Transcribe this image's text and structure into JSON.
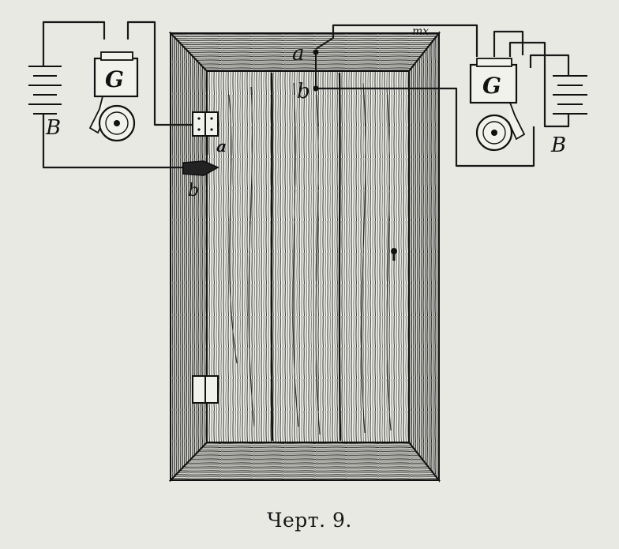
{
  "caption": "Черт. 9.",
  "labels": {
    "left_bell": "G",
    "right_bell": "G",
    "left_battery": "B",
    "right_battery": "B",
    "contact_a_left": "a",
    "contact_b_left": "b",
    "contact_a_top": "a",
    "contact_b_top": "b",
    "mark_top": "mx"
  },
  "colors": {
    "ink": "#161616",
    "paper": "#e9e9e4",
    "wood_light": "#f4f4ef"
  }
}
